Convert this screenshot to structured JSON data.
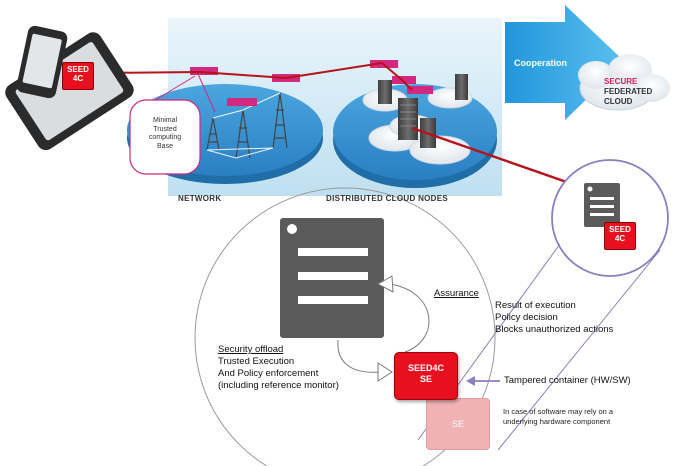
{
  "colors": {
    "accent_red": "#e8101e",
    "arrow_blue": "#2aa7e1",
    "banner_blue": "#cfe8f5",
    "disc_blue": "#2f8fd0",
    "server_gray": "#5a5a5a",
    "link_red": "#b5121b",
    "outline_purple": "#8a7fc0",
    "magenta": "#d2287f"
  },
  "icons": [
    "smartphone-icon",
    "tablet-icon",
    "antenna-tower-icon",
    "server-rack-icon",
    "cloud-icon",
    "container-icon"
  ],
  "top": {
    "device_tag": {
      "line1": "SEED",
      "line2": "4C"
    },
    "cooperation_label": "Cooperation",
    "federated_cloud": {
      "line1": "SECURE",
      "line2": "FEDERATED",
      "line3": "CLOUD"
    },
    "network_label": "NETWORK",
    "cloud_nodes_label": "DISTRIBUTED CLOUD NODES",
    "mtcb_callout": {
      "line1": "Minimal",
      "line2": "Trusted",
      "line3": "computing",
      "line4": "Base"
    }
  },
  "zoom_tag": {
    "line1": "SEED",
    "line2": "4C"
  },
  "detail": {
    "assurance_title": "Assurance",
    "assurance_items": [
      "Result of execution",
      "Policy decision",
      "Blocks unauthorized actions"
    ],
    "offload_title": "Security offload",
    "offload_items": [
      "Trusted Execution",
      "And Policy enforcement",
      "(including reference monitor)"
    ],
    "seed_box": {
      "line1": "SEED4C",
      "line2": "SE"
    },
    "se_box": "SE",
    "tampered_label": "Tampered container (HW/SW)",
    "hardware_note": {
      "line1": "In case of software may rely on a",
      "line2": "underlying hardware component"
    }
  }
}
